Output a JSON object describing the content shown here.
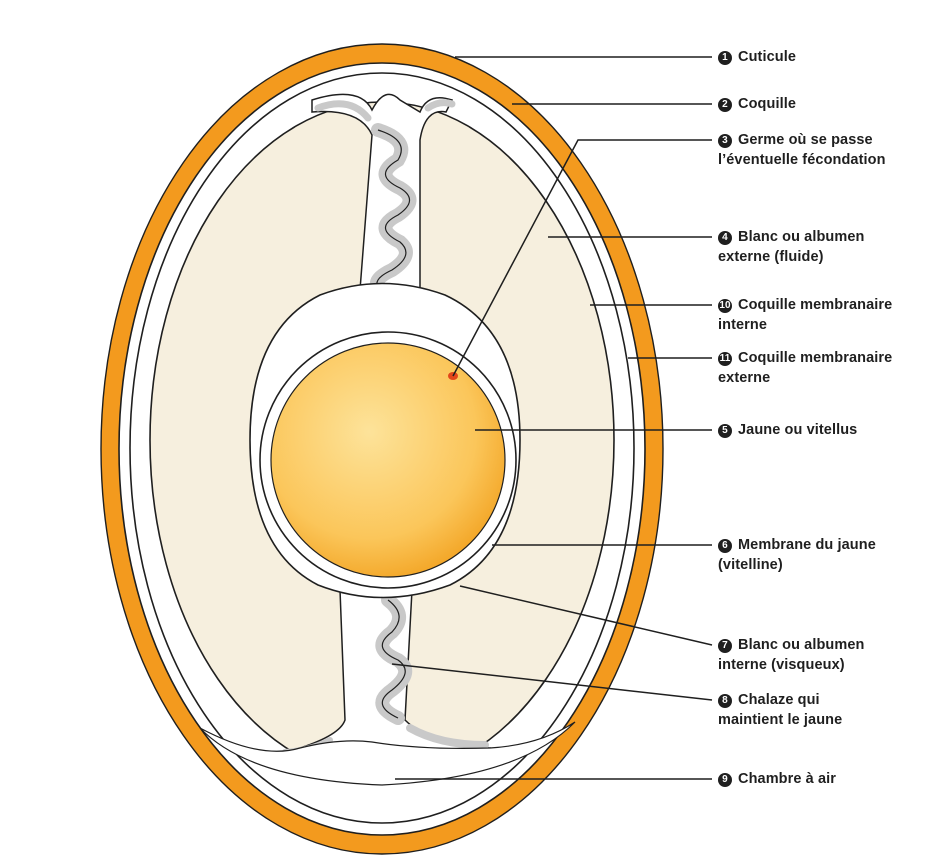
{
  "colors": {
    "shell": "#f39a1e",
    "albumen": "#f6efde",
    "yolk_center": "#fde39a",
    "yolk_edge": "#f3a627",
    "chalaza": "#c9c9c9",
    "germ": "#e2461a",
    "line": "#1f1f1f"
  },
  "labels": [
    {
      "id": "cuticule",
      "num": "1",
      "line1": "Cuticule",
      "line2": ""
    },
    {
      "id": "coquille",
      "num": "2",
      "line1": "Coquille",
      "line2": ""
    },
    {
      "id": "germe",
      "num": "3",
      "line1": "Germe où se passe",
      "line2": "l’éventuelle fécondation"
    },
    {
      "id": "blanc-externe",
      "num": "4",
      "line1": "Blanc ou albumen",
      "line2": "externe (fluide)"
    },
    {
      "id": "coquille-membranaire-interne",
      "num": "10",
      "line1": "Coquille membranaire",
      "line2": "interne"
    },
    {
      "id": "coquille-membranaire-externe",
      "num": "11",
      "line1": "Coquille membranaire",
      "line2": "externe"
    },
    {
      "id": "jaune",
      "num": "5",
      "line1": "Jaune ou vitellus",
      "line2": ""
    },
    {
      "id": "membrane-jaune",
      "num": "6",
      "line1": "Membrane du jaune",
      "line2": "(vitelline)"
    },
    {
      "id": "blanc-interne",
      "num": "7",
      "line1": "Blanc ou albumen",
      "line2": "interne (visqueux)"
    },
    {
      "id": "chalaze",
      "num": "8",
      "line1": "Chalaze qui",
      "line2": "maintient le jaune"
    },
    {
      "id": "chambre-air",
      "num": "9",
      "line1": "Chambre à air",
      "line2": ""
    }
  ]
}
